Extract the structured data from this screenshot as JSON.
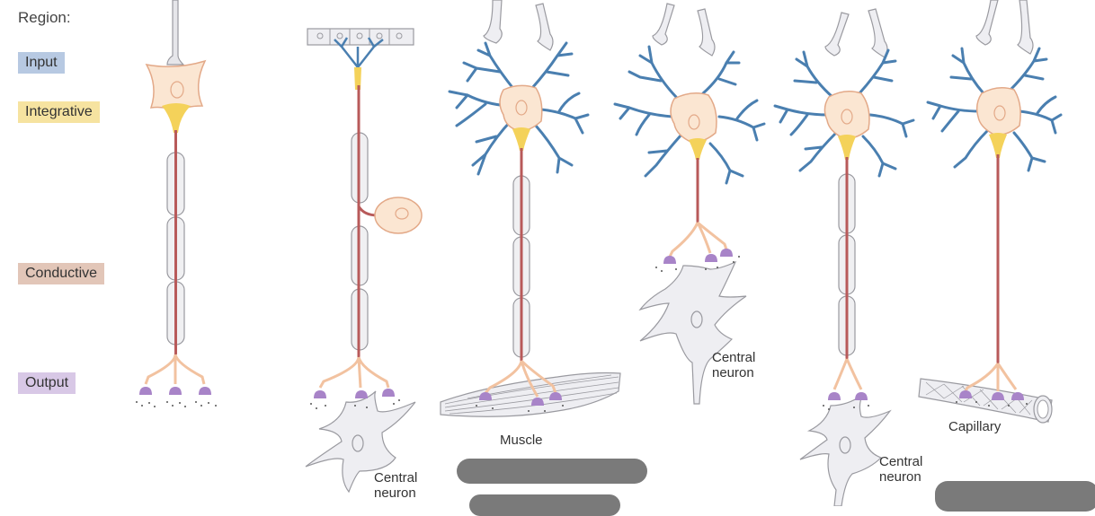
{
  "legend": {
    "heading": "Region:",
    "regions": [
      {
        "label": "Input",
        "color": "#b7c9e2"
      },
      {
        "label": "Integrative",
        "color": "#f6e3a0"
      },
      {
        "label": "Conductive",
        "color": "#e2c6b8"
      },
      {
        "label": "Output",
        "color": "#d8c8e6"
      }
    ]
  },
  "labels": {
    "muscle": "Muscle",
    "central_neuron_1": "Central neuron",
    "central_neuron_2": "Central neuron",
    "central_neuron_3": "Central neuron",
    "capillary": "Capillary"
  },
  "colors": {
    "dendrite": "#4a7fb0",
    "soma": "#fbe6d2",
    "soma_outline": "#e3a988",
    "axon_hillock": "#f4d25a",
    "axon": "#b85a5a",
    "myelin": "#f0f0f2",
    "myelin_outline": "#9a9aa0",
    "terminal_branch": "#f2c2a0",
    "terminal": "#a884c8",
    "cell_gray": "#eeeef2",
    "cell_gray_outline": "#9a9aa0",
    "redaction": "#7a7a7a"
  }
}
